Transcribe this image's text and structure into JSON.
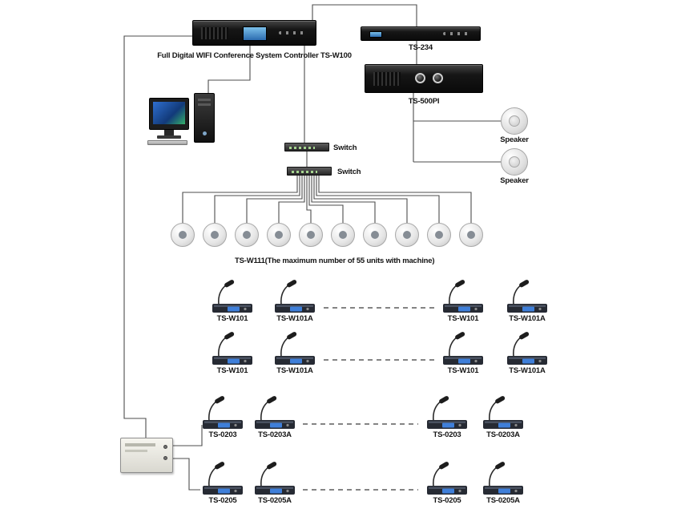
{
  "devices": {
    "controller": {
      "label": "Full Digital WIFI Conference System Controller TS-W100"
    },
    "ts234": {
      "label": "TS-234"
    },
    "ts500pi": {
      "label": "TS-500PI"
    },
    "speaker1": {
      "label": "Speaker"
    },
    "speaker2": {
      "label": "Speaker"
    },
    "switch1": {
      "label": "Switch"
    },
    "switch2": {
      "label": "Switch"
    },
    "wifi_units": {
      "label": "TS-W111(The maximum number of 55 units with machine)",
      "count": 10
    }
  },
  "mic_rows": [
    {
      "items": [
        {
          "label": "TS-W101"
        },
        {
          "label": "TS-W101A"
        },
        {
          "label": "TS-W101"
        },
        {
          "label": "TS-W101A"
        }
      ]
    },
    {
      "items": [
        {
          "label": "TS-W101"
        },
        {
          "label": "TS-W101A"
        },
        {
          "label": "TS-W101"
        },
        {
          "label": "TS-W101A"
        }
      ]
    },
    {
      "items": [
        {
          "label": "TS-0203"
        },
        {
          "label": "TS-0203A"
        },
        {
          "label": "TS-0203"
        },
        {
          "label": "TS-0203A"
        }
      ]
    },
    {
      "items": [
        {
          "label": "TS-0205"
        },
        {
          "label": "TS-0205A"
        },
        {
          "label": "TS-0205"
        },
        {
          "label": "TS-0205A"
        }
      ]
    }
  ]
}
